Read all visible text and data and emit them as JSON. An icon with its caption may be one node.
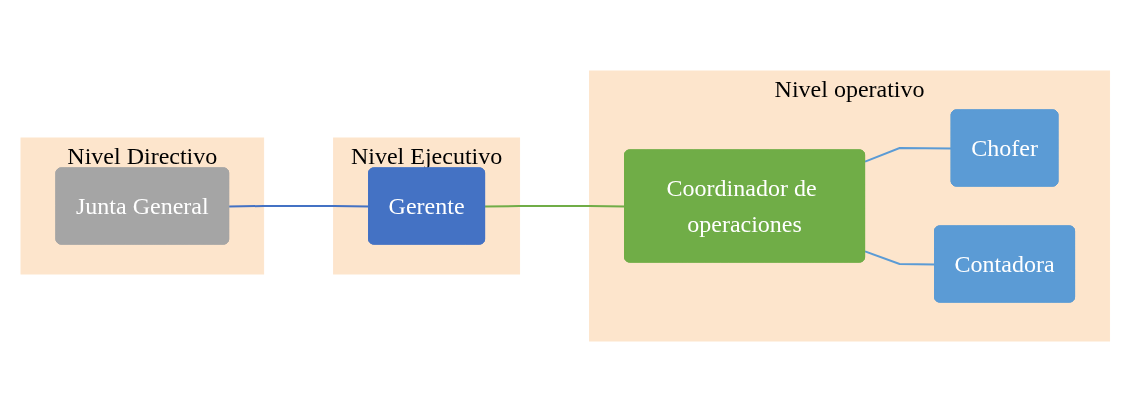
{
  "diagram": {
    "nodes": [
      {
        "text": [
          "Nivel Directivo"
        ]
      },
      {
        "text": [
          "Junta General"
        ],
        "in": 0
      },
      {
        "text": [
          "Nivel Ejecutivo"
        ]
      },
      {
        "text": [
          "Gerente"
        ],
        "in": 2
      },
      {
        "text": [
          "Nivel operativo"
        ]
      },
      {
        "text": [
          "Coordinador de operaciones"
        ],
        "in": 4
      },
      {
        "text": [
          "Chofer"
        ],
        "in": 4
      },
      {
        "text": [
          "Contadora"
        ],
        "in": 4
      }
    ],
    "edges": [
      {
        "from": 1,
        "to": 3,
        "arrow": "none",
        "color": "#4472c4"
      },
      {
        "from": 3,
        "to": 5,
        "arrow": "none",
        "color": "#70ad47"
      },
      {
        "from": 5,
        "to": 6,
        "arrow": "none"
      },
      {
        "from": 5,
        "to": 7,
        "arrow": "none"
      }
    ]
  }
}
